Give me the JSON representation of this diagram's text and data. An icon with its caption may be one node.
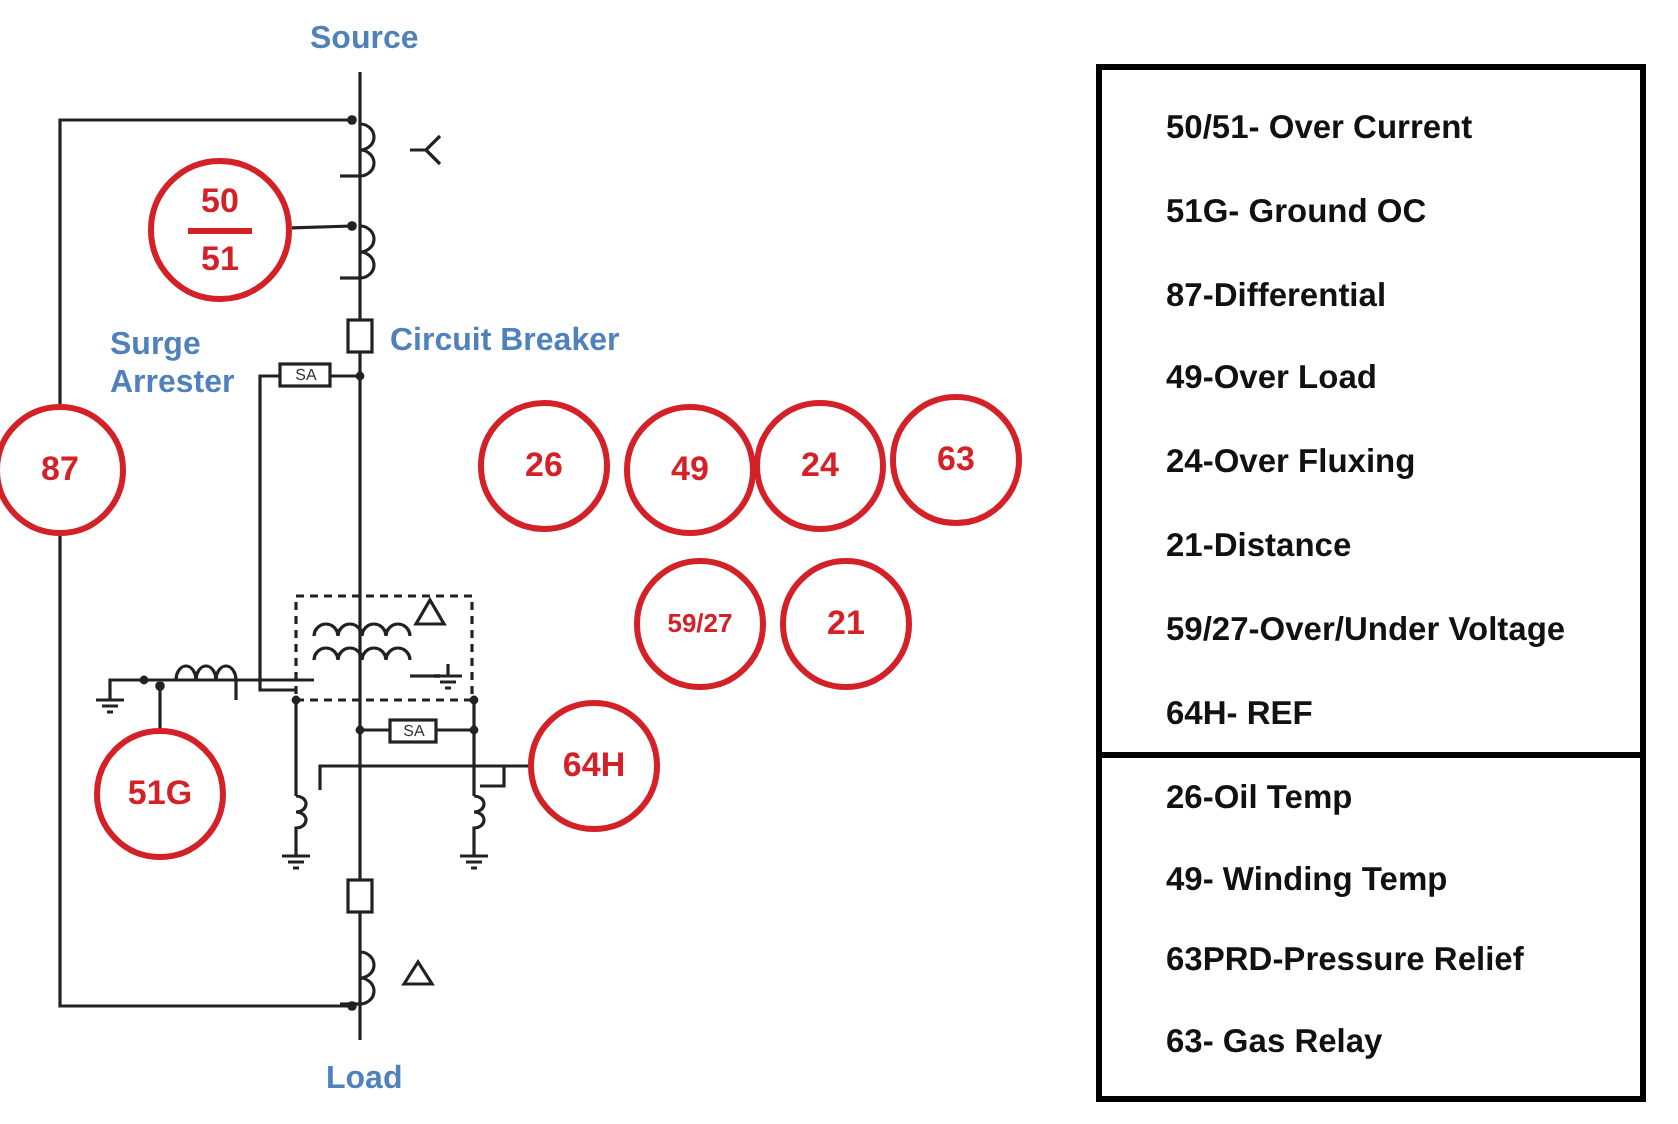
{
  "diagram": {
    "nodes": [
      {
        "text": [
          "50",
          "51"
        ]
      },
      {
        "text": [
          "87"
        ]
      },
      {
        "text": [
          "26"
        ]
      },
      {
        "text": [
          "49"
        ]
      },
      {
        "text": [
          "24"
        ]
      },
      {
        "text": [
          "63"
        ]
      },
      {
        "text": [
          "59/27"
        ]
      },
      {
        "text": [
          "21"
        ]
      },
      {
        "text": [
          "64H"
        ]
      },
      {
        "text": [
          "51G"
        ]
      },
      {
        "text": [
          "50/51- Over Current",
          "51G- Ground OC",
          "87-Differential",
          "49-Over Load",
          "24-Over Fluxing",
          "21-Distance",
          "59/27-Over/Under Voltage",
          "64H- REF"
        ]
      },
      {
        "text": [
          "26-Oil Temp",
          "49- Winding Temp",
          "63PRD-Pressure Relief",
          "63- Gas Relay"
        ]
      }
    ],
    "edges": [
      {
        "from": 0,
        "to": null,
        "arrow": "other"
      },
      {
        "from": 1,
        "to": null,
        "arrow": "other"
      },
      {
        "from": 1,
        "to": null,
        "arrow": "other"
      },
      {
        "from": 8,
        "to": null,
        "arrow": "none"
      },
      {
        "from": 9,
        "to": null,
        "arrow": "other"
      }
    ],
    "labels": [
      "Source",
      "Surge Arrester",
      "Circuit Breaker",
      "SA",
      "SA",
      "Load"
    ]
  }
}
